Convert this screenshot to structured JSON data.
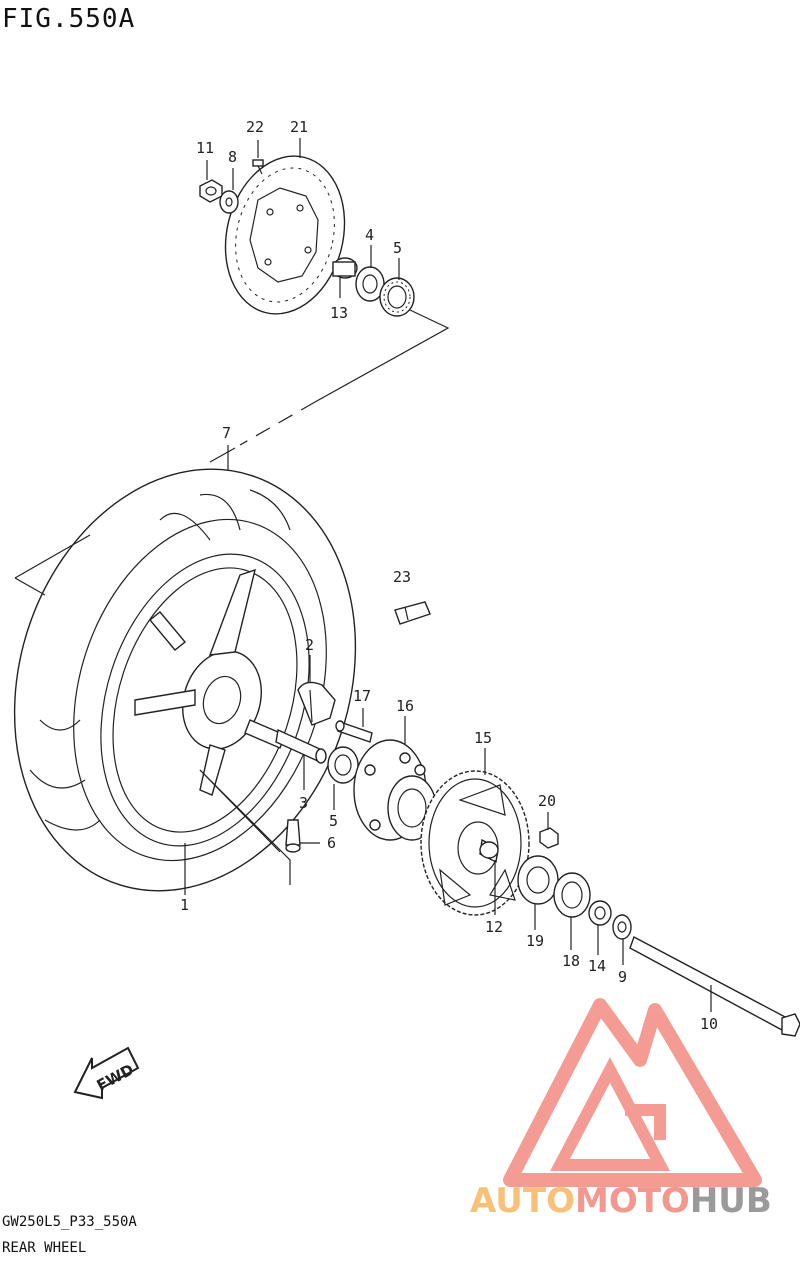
{
  "figure": {
    "title": "FIG.550A",
    "code": "GW250L5_P33_550A",
    "name": "REAR WHEEL"
  },
  "fwd_label": "FWD",
  "watermark": {
    "part1": "AUTO",
    "part2": "MOTO",
    "part3": "HUB",
    "colors": {
      "auto": "#f9c07a",
      "moto": "#f4978e",
      "hub": "#9a9a9a",
      "mark": "#f4978e"
    }
  },
  "callouts": [
    {
      "id": "c22",
      "text": "22"
    },
    {
      "id": "c21",
      "text": "21"
    },
    {
      "id": "c11",
      "text": "11"
    },
    {
      "id": "c8",
      "text": "8"
    },
    {
      "id": "c4",
      "text": "4"
    },
    {
      "id": "c5a",
      "text": "5"
    },
    {
      "id": "c13",
      "text": "13"
    },
    {
      "id": "c7",
      "text": "7"
    },
    {
      "id": "c23",
      "text": "23"
    },
    {
      "id": "c2",
      "text": "2"
    },
    {
      "id": "c17",
      "text": "17"
    },
    {
      "id": "c16",
      "text": "16"
    },
    {
      "id": "c15",
      "text": "15"
    },
    {
      "id": "c20",
      "text": "20"
    },
    {
      "id": "c3",
      "text": "3"
    },
    {
      "id": "c5b",
      "text": "5"
    },
    {
      "id": "c6",
      "text": "6"
    },
    {
      "id": "c1",
      "text": "1"
    },
    {
      "id": "c12",
      "text": "12"
    },
    {
      "id": "c19",
      "text": "19"
    },
    {
      "id": "c18",
      "text": "18"
    },
    {
      "id": "c14",
      "text": "14"
    },
    {
      "id": "c9",
      "text": "9"
    },
    {
      "id": "c10",
      "text": "10"
    }
  ]
}
